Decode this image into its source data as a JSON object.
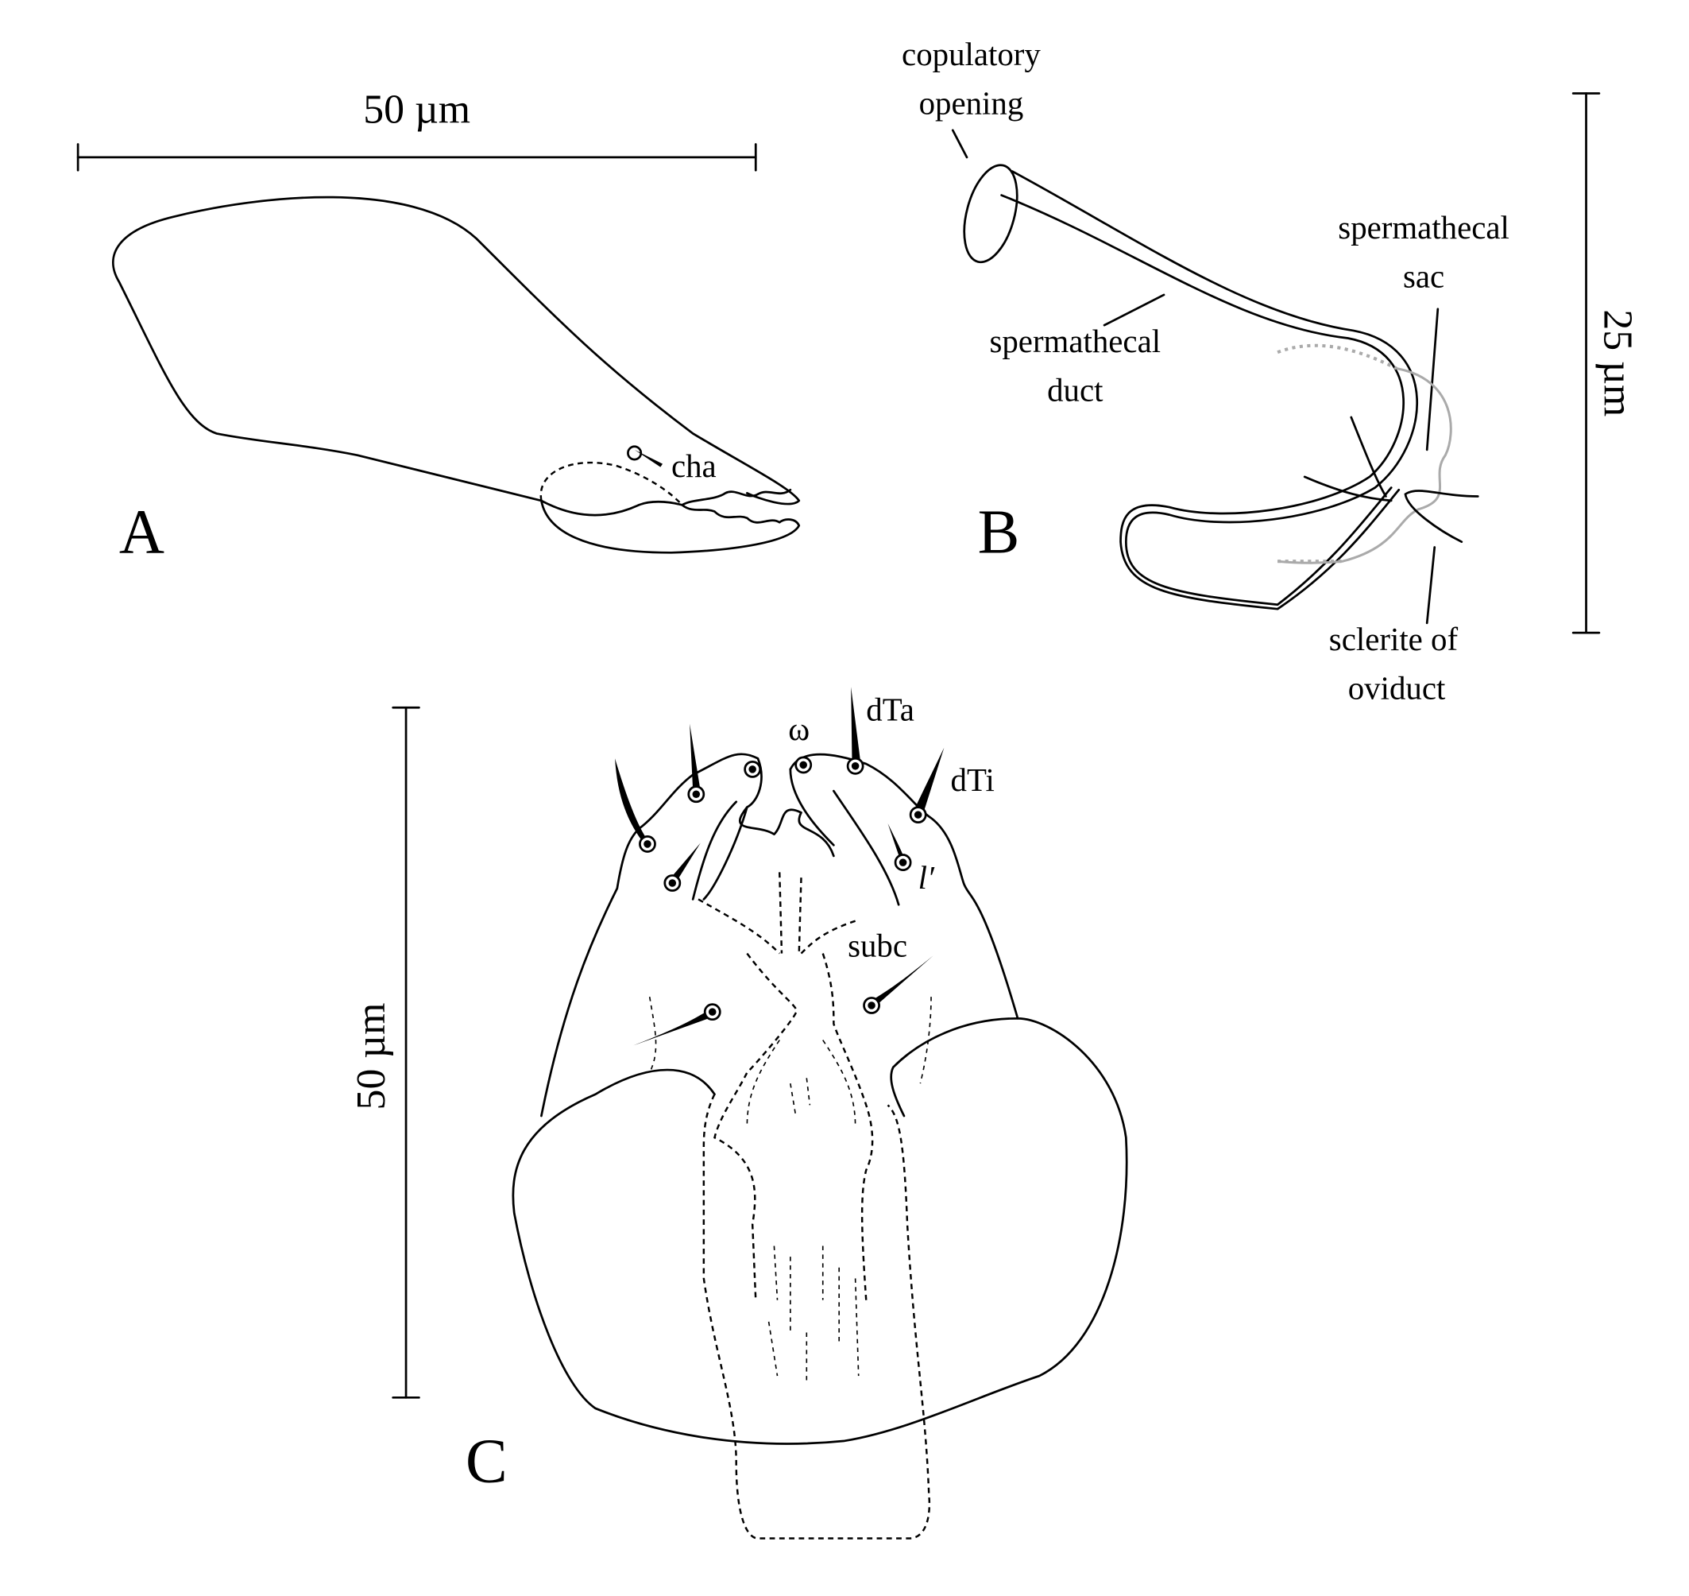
{
  "panels": {
    "A": {
      "letter": "A",
      "scale_label": "50 µm",
      "labels": {
        "cha": "cha"
      }
    },
    "B": {
      "letter": "B",
      "scale_label": "25 µm",
      "labels": {
        "copulatory_opening_1": "copulatory",
        "copulatory_opening_2": "opening",
        "spermathecal_duct_1": "spermathecal",
        "spermathecal_duct_2": "duct",
        "spermathecal_sac_1": "spermathecal",
        "spermathecal_sac_2": "sac",
        "sclerite_1": "sclerite of",
        "sclerite_2": "oviduct"
      }
    },
    "C": {
      "letter": "C",
      "scale_label": "50 µm",
      "labels": {
        "omega": "ω",
        "dTa": "dTa",
        "dTi": "dTi",
        "l_prime": "l′",
        "subc": "subc"
      }
    }
  }
}
